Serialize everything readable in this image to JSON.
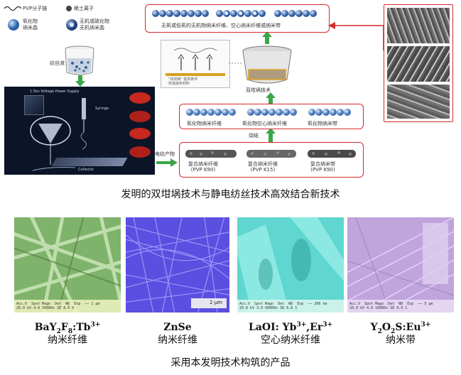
{
  "legend": {
    "polymer": "PVP分子链",
    "ion": "稀土离子",
    "oxide": "氧化物\n纳米晶",
    "coated": "无机或硫化物\n无机纳米晶"
  },
  "labels": {
    "spinning_solution": "纺丝液",
    "electrospun_product": "电纺产物",
    "sintering": "烧结",
    "double_crucible": "双坩埚技术",
    "apparatus_title": "1.5kv  Voltage Power Supply",
    "syringe": "Syringe",
    "collector": "Collector",
    "reaction_note": "\"双坩埚\" 提供条件\n形成纳米材料"
  },
  "boxes": {
    "top_final": "无氧或低氧的无机物纳米纤维、空心纳米纤维或纳米带",
    "oxide_row": [
      "氧化物纳米纤维",
      "氧化物空心纳米纤维",
      "氧化物纳米带"
    ],
    "composite_row": [
      "复合纳米纤维\n(PVP K90)",
      "复合纳米纤维\n(PVP K15)",
      "复合纳米带\n(PVP K90)"
    ]
  },
  "captions": {
    "tech": "发明的双坩埚技术与静电纺丝技术高效结合新技术",
    "products": "采用本发明技术构筑的产品"
  },
  "products": [
    {
      "formula": "BaY2F8:Tb3+",
      "desc": "纳米纤维",
      "color": "#7fb26a",
      "sem": "Acc.V  Spot Magn  Det  WD  Exp  —— 1 μm\n20.0 kV 4.0 50000x SE 8.0 0"
    },
    {
      "formula": "ZnSe",
      "desc": "纳米纤维",
      "color": "#5a4fe0",
      "sem": "2 μm"
    },
    {
      "formula": "LaOI: Yb3+,Er3+",
      "desc": "空心纳米纤维",
      "color": "#5fd6d0",
      "sem": "Acc.V  Spot Magn  Det  WD  Exp  —— 200 nm\n20.0 kV 3.0 60000x SE 6.6 1"
    },
    {
      "formula": "Y2O2S:Eu3+",
      "desc": "纳米带",
      "color": "#c0a4dc",
      "sem": "Acc.V  Spot Magn  Det  WD  Exp  —— 5 μm\n20.0 kV 4.0 10000x SE 9.9 1"
    }
  ]
}
